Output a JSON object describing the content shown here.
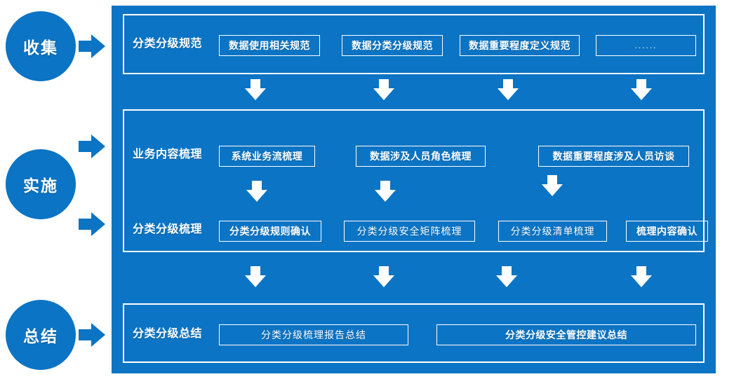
{
  "theme": {
    "brand_blue": "#0b74c4",
    "panel_blue": "#0b74c4",
    "outline": "#ffffff",
    "page_background": "#ffffff"
  },
  "stages": [
    {
      "id": "collect",
      "label": "收集"
    },
    {
      "id": "implement",
      "label": "实施"
    },
    {
      "id": "summary",
      "label": "总结"
    }
  ],
  "sections": [
    {
      "id": "norms",
      "rows": [
        {
          "id": "classification-norms",
          "label": "分类分级规范",
          "chips": [
            {
              "text": "数据使用相关规范",
              "style": "bold"
            },
            {
              "text": "数据分类分级规范",
              "style": "bold"
            },
            {
              "text": "数据重要程度定义规范",
              "style": "bold"
            },
            {
              "text": "......",
              "style": "ellipsis"
            }
          ]
        }
      ]
    },
    {
      "id": "implementation",
      "rows": [
        {
          "id": "business-content-review",
          "label": "业务内容梳理",
          "chips": [
            {
              "text": "系统业务流梳理",
              "style": "bold"
            },
            {
              "text": "数据涉及人员角色梳理",
              "style": "bold"
            },
            {
              "text": "数据重要程度涉及人员访谈",
              "style": "bold"
            }
          ]
        },
        {
          "id": "classification-review",
          "label": "分类分级梳理",
          "chips": [
            {
              "text": "分类分级规则确认",
              "style": "bold"
            },
            {
              "text": "分类分级安全矩阵梳理",
              "style": "light"
            },
            {
              "text": "分类分级清单梳理",
              "style": "light"
            },
            {
              "text": "梳理内容确认",
              "style": "bold"
            }
          ]
        }
      ]
    },
    {
      "id": "conclusion",
      "rows": [
        {
          "id": "classification-summary",
          "label": "分类分级总结",
          "chips": [
            {
              "text": "分类分级梳理报告总结",
              "style": "light"
            },
            {
              "text": "分类分级安全管控建议总结",
              "style": "bold"
            }
          ]
        }
      ]
    }
  ],
  "connectors": {
    "stage_arrows": [
      {
        "id": "collect-to-norms",
        "icon": "arrow-right-icon"
      },
      {
        "id": "implement-to-business",
        "icon": "arrow-right-icon"
      },
      {
        "id": "implement-to-classification",
        "icon": "arrow-right-icon"
      },
      {
        "id": "summary-to-conclusion",
        "icon": "arrow-right-icon"
      }
    ],
    "flow_arrow_rows": [
      {
        "id": "norms-to-business",
        "count": 4,
        "icon": "arrow-down-icon"
      },
      {
        "id": "business-to-classification",
        "count": 3,
        "icon": "arrow-down-icon"
      },
      {
        "id": "classification-to-summary",
        "count": 4,
        "icon": "arrow-down-icon"
      }
    ]
  }
}
